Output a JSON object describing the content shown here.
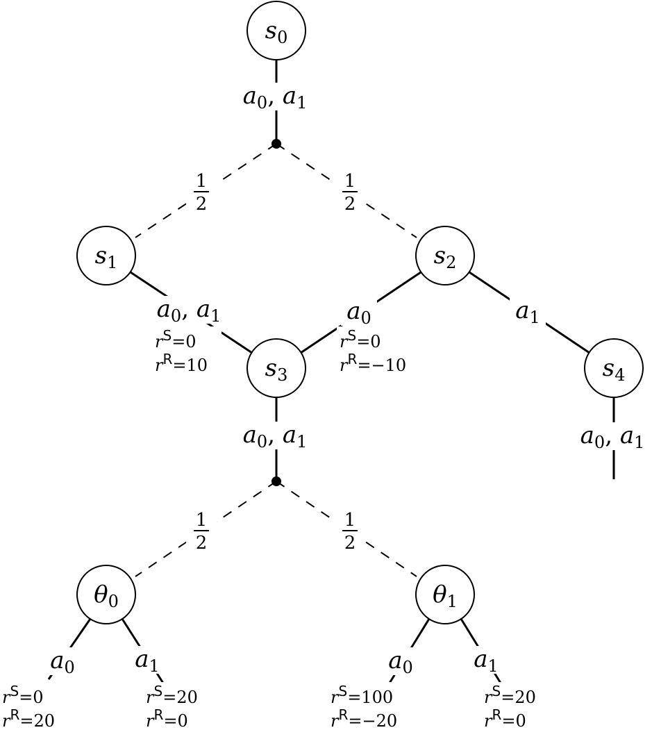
{
  "states": [
    {
      "id": "s0",
      "sym": "s",
      "sub": "0"
    },
    {
      "id": "s1",
      "sym": "s",
      "sub": "1"
    },
    {
      "id": "s2",
      "sym": "s",
      "sub": "2"
    },
    {
      "id": "s3",
      "sym": "s",
      "sub": "3"
    },
    {
      "id": "s4",
      "sym": "s",
      "sub": "4"
    },
    {
      "id": "theta0",
      "sym": "θ",
      "sub": "0"
    },
    {
      "id": "theta1",
      "sym": "θ",
      "sub": "1"
    }
  ],
  "action_labels": {
    "both": [
      {
        "sym": "a",
        "sub": "0"
      },
      {
        "sym": "a",
        "sub": "1"
      }
    ],
    "a0": [
      {
        "sym": "a",
        "sub": "0"
      }
    ],
    "a1": [
      {
        "sym": "a",
        "sub": "1"
      }
    ]
  },
  "probability": {
    "numerator": "1",
    "denominator": "2"
  },
  "rewards": {
    "s1_to_s3": {
      "rS": "0",
      "rR": "10"
    },
    "s2_to_s3": {
      "rS": "0",
      "rR": "−10"
    },
    "theta0_a0": {
      "rS": "0",
      "rR": "20"
    },
    "theta0_a1": {
      "rS": "20",
      "rR": "0"
    },
    "theta1_a0": {
      "rS": "100",
      "rR": "−20"
    },
    "theta1_a1": {
      "rS": "20",
      "rR": "0"
    }
  },
  "reward_symbols": {
    "r": "r",
    "sender": "S",
    "receiver": "R",
    "eq": "="
  }
}
